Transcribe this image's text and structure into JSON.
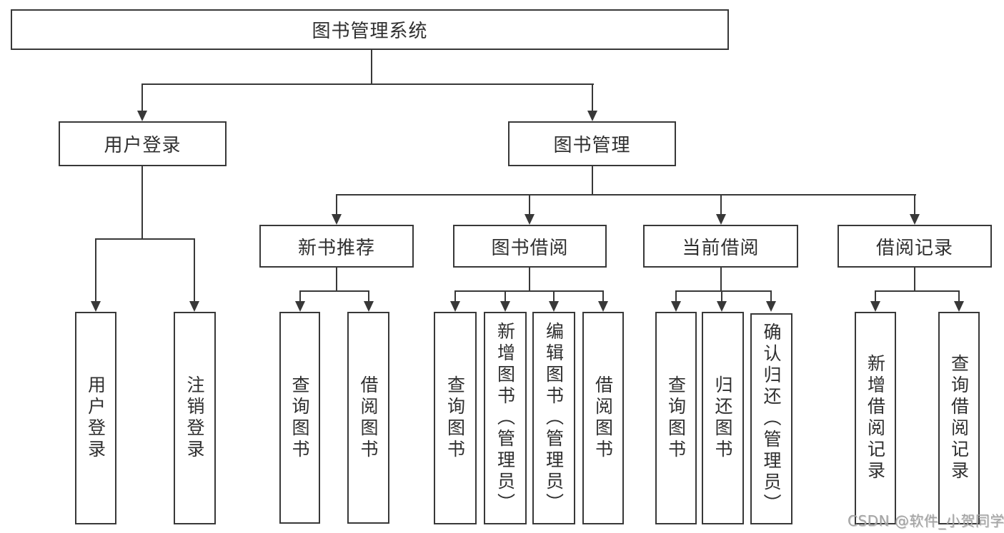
{
  "diagram_title": "图书管理系统",
  "nodes": {
    "root": "图书管理系统",
    "user_login": "用户登录",
    "book_mgmt": "图书管理",
    "ul_login": "用户登录",
    "ul_logout": "注销登录",
    "new_book_rec": "新书推荐",
    "book_borrow": "图书借阅",
    "current_borrow": "当前借阅",
    "borrow_records": "借阅记录",
    "nbr_query_books": "查询图书",
    "nbr_borrow_books": "借阅图书",
    "bb_query_books": "查询图书",
    "bb_add_books": "新增图书（管理员）",
    "bb_edit_books": "编辑图书（管理员）",
    "bb_borrow_books": "借阅图书",
    "cb_query_books": "查询图书",
    "cb_return_books": "归还图书",
    "cb_confirm_return": "确认归还（管理员）",
    "br_add_record": "新增借阅记录",
    "br_query_record": "查询借阅记录"
  },
  "watermark": "CSDN @软件_小贺同学",
  "colors": {
    "line": "#383838",
    "text": "#2f2f2f",
    "background": "#ffffff",
    "watermark": "#a3a3a3"
  }
}
